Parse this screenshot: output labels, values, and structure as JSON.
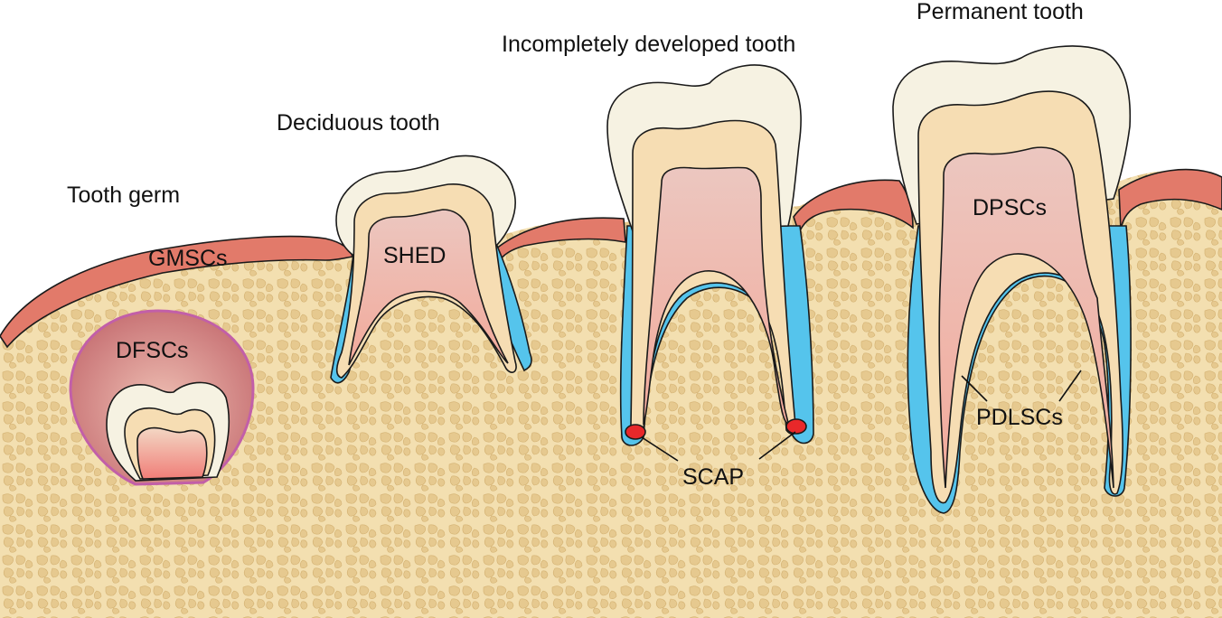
{
  "stages": {
    "tooth_germ": "Tooth germ",
    "deciduous_tooth": "Deciduous tooth",
    "incompletely_developed_tooth": "Incompletely developed tooth",
    "permanent_tooth": "Permanent tooth"
  },
  "cells": {
    "gmscs": "GMSCs",
    "dfscs": "DFSCs",
    "shed": "SHED",
    "scap": "SCAP",
    "dpscs": "DPSCs",
    "pdlscs": "PDLSCs"
  },
  "colors": {
    "bone": "#f3dfb0",
    "bone_cell": "#e6c98f",
    "gingiva": "#e27a6a",
    "enamel": "#f6f2e2",
    "dentin": "#f6ddb3",
    "pulp": "#f0c2b0",
    "periodontal_ligament": "#55c4ec",
    "apical_papilla": "#e8282a",
    "follicle": "#c25f70"
  }
}
